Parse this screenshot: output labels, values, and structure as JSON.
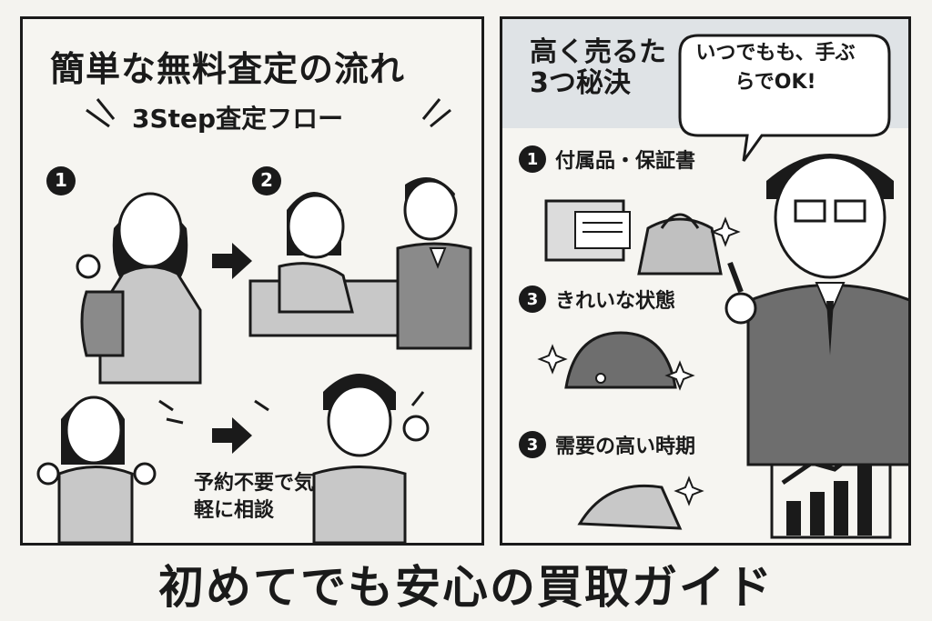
{
  "left_panel": {
    "title": "簡単な無料査定の流れ",
    "subtitle": "3Step査定フロー",
    "steps": [
      {
        "number": "1"
      },
      {
        "number": "2"
      }
    ],
    "note": "予約不要で気軽に相談"
  },
  "right_panel": {
    "title": "高く売るた3つ秘決",
    "speech_bubble": "いつでもも、手ぶらでOK!",
    "tips": [
      {
        "number": "1",
        "label": "付属品・保証書"
      },
      {
        "number": "3",
        "label": "きれいな状態"
      },
      {
        "number": "3",
        "label": "需要の高い時期"
      }
    ]
  },
  "footer": {
    "title": "初めてでも安心の買取ガイド"
  },
  "colors": {
    "ink": "#1a1a1a",
    "paper": "#f4f3ef",
    "gray": "#8a8a8a",
    "light_gray": "#c8c8c8"
  }
}
